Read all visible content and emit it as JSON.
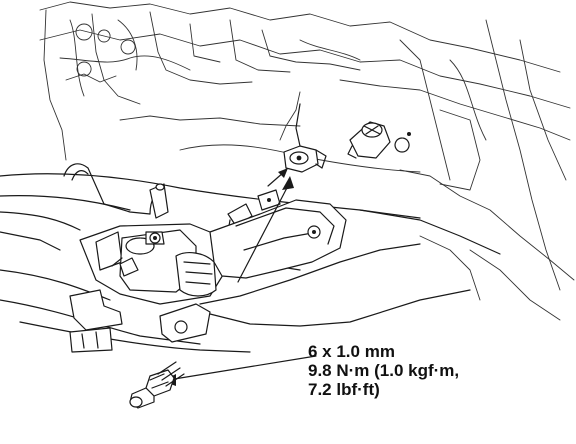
{
  "callout": {
    "size": "6 x 1.0 mm",
    "torque_line1": "9.8 N·m (1.0 kgf·m,",
    "torque_line2": "7.2 lbf·ft)"
  },
  "colors": {
    "ink": "#1a1a1a",
    "paper": "#ffffff"
  },
  "icons": [
    "bolt-icon",
    "arrow-icon",
    "bracket-icon",
    "mount-icon"
  ]
}
